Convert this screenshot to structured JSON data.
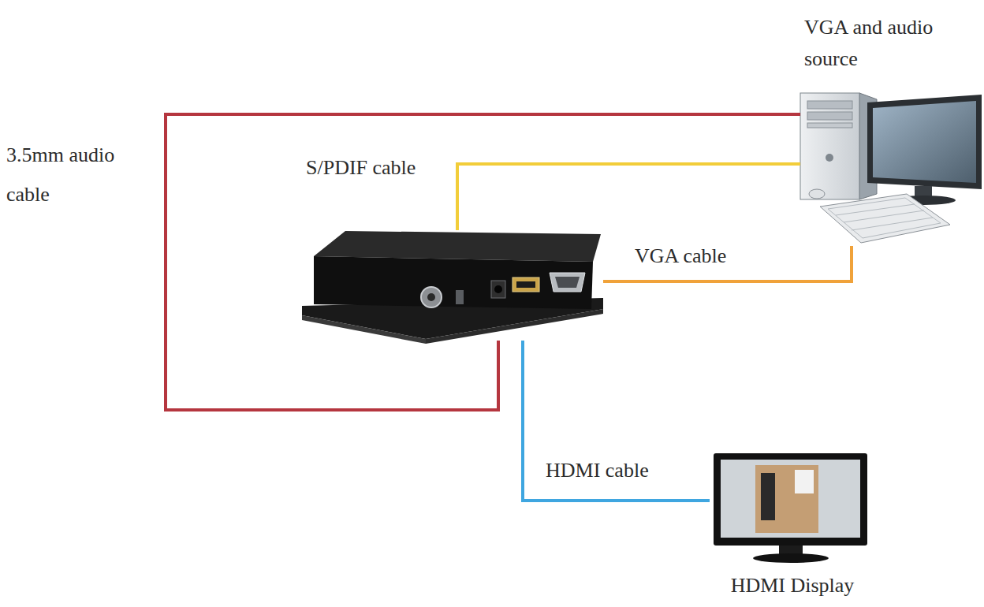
{
  "diagram": {
    "nodes": [
      {
        "text": [
          "VGA and audio source"
        ]
      },
      {
        "text": []
      },
      {
        "text": [
          "HDMI Display"
        ]
      }
    ],
    "edges": [
      {
        "from": 0,
        "to": 1,
        "arrow": "none",
        "label": "3.5mm audio cable"
      },
      {
        "from": 0,
        "to": 1,
        "arrow": "none",
        "label": "S/PDIF cable"
      },
      {
        "from": 0,
        "to": 1,
        "arrow": "none",
        "label": "VGA cable"
      },
      {
        "from": 1,
        "to": 2,
        "arrow": "none",
        "label": "HDMI cable"
      }
    ]
  }
}
